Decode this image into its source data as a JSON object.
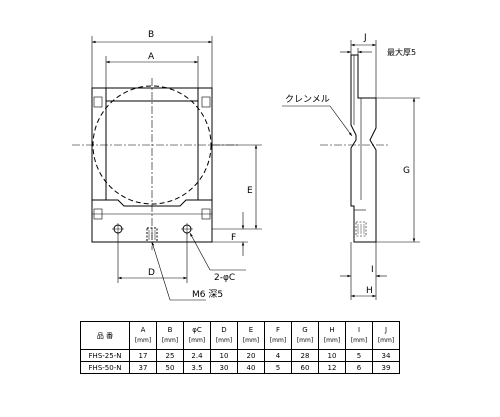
{
  "labels": {
    "B": "B",
    "A": "A",
    "E": "E",
    "F": "F",
    "D": "D",
    "C": "2-φC",
    "M6": "M6 深5",
    "J": "J",
    "maxThick": "最大厚5",
    "G": "G",
    "I": "I",
    "H": "H",
    "clamp": "クレンメル"
  },
  "table": {
    "model_header": "品 番",
    "unit": "[mm]",
    "columns": [
      "A",
      "B",
      "φC",
      "D",
      "E",
      "F",
      "G",
      "H",
      "I",
      "J"
    ],
    "rows": [
      {
        "model": "FHS-25-N",
        "values": [
          "17",
          "25",
          "2.4",
          "10",
          "20",
          "4",
          "28",
          "10",
          "5",
          "34"
        ]
      },
      {
        "model": "FHS-50-N",
        "values": [
          "37",
          "50",
          "3.5",
          "30",
          "40",
          "5",
          "60",
          "12",
          "6",
          "39"
        ]
      }
    ]
  }
}
